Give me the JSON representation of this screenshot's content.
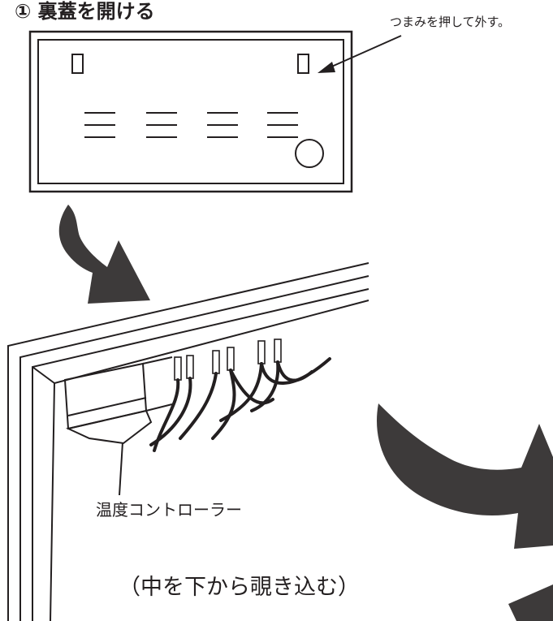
{
  "header": {
    "step_title": "① 裏蓋を開ける"
  },
  "annotations": {
    "knob_note": "つまみを押して外す。",
    "controller_label": "温度コントローラー",
    "view_note": "（中を下から覗き込む）"
  },
  "colors": {
    "line": "#231f20",
    "arrow_fill": "#3d3a3a",
    "background": "#ffffff"
  },
  "icons": {
    "knob": "small-rectangle-knob",
    "vent_slots": "horizontal-triple-lines",
    "indicator": "circle",
    "arrow": "curved-arrow"
  }
}
